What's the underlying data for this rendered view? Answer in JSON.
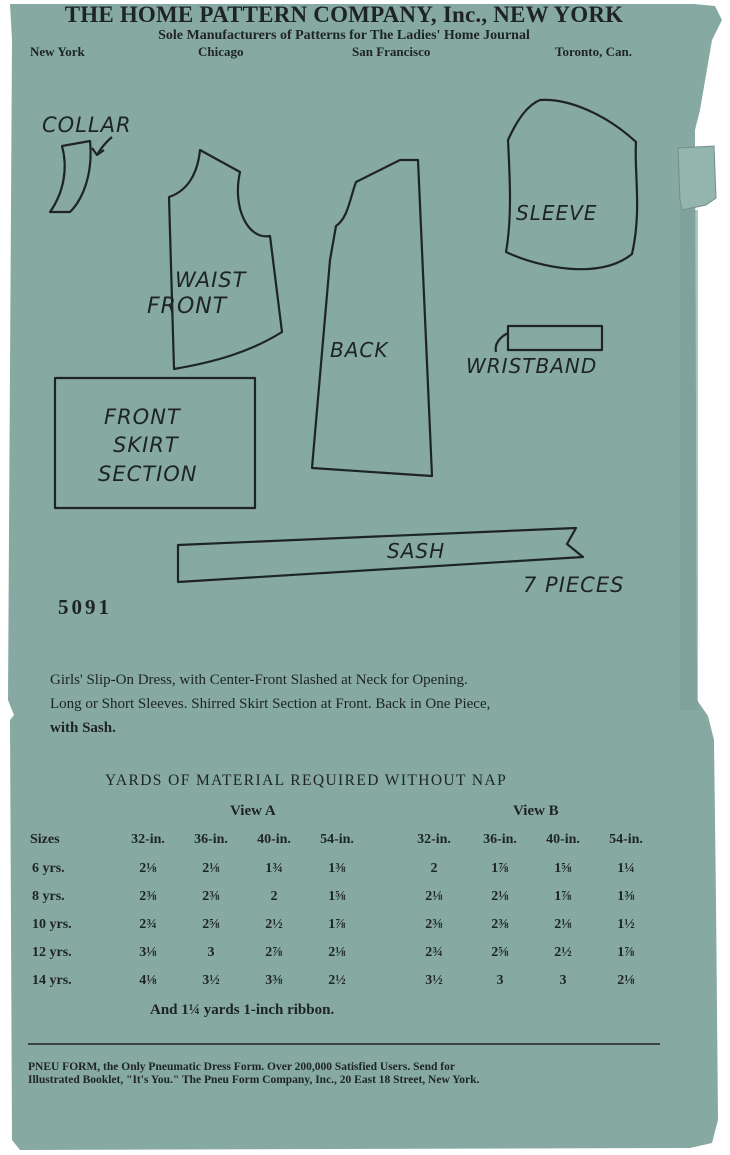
{
  "header": {
    "company": "THE HOME PATTERN COMPANY, Inc., NEW YORK",
    "subtitle": "Sole Manufacturers of Patterns for The Ladies' Home Journal",
    "cities": [
      "New York",
      "Chicago",
      "San Francisco",
      "Toronto, Can."
    ]
  },
  "pieces": {
    "collar": "COLLAR",
    "waist_front_line1": "WAIST",
    "waist_front_line2": "FRONT",
    "back": "BACK",
    "sleeve": "SLEEVE",
    "wristband": "WRISTBAND",
    "front_skirt_line1": "FRONT",
    "front_skirt_line2": "SKIRT",
    "front_skirt_line3": "SECTION",
    "sash": "SASH",
    "count": "7 PIECES"
  },
  "pattern_number": "5091",
  "description": {
    "line1": "Girls' Slip-On Dress, with Center-Front Slashed at Neck for Opening.",
    "line2": "Long or Short Sleeves. Shirred Skirt Section at Front. Back in One Piece,",
    "line3": "with Sash."
  },
  "yardage": {
    "title": "YARDS OF MATERIAL REQUIRED WITHOUT NAP",
    "view_a_label": "View A",
    "view_b_label": "View B",
    "sizes_header": "Sizes",
    "widths_a": [
      "32-in.",
      "36-in.",
      "40-in.",
      "54-in."
    ],
    "widths_b": [
      "32-in.",
      "36-in.",
      "40-in.",
      "54-in."
    ],
    "rows": [
      {
        "size": "6 yrs.",
        "a": [
          "2⅛",
          "2⅛",
          "1¾",
          "1⅜"
        ],
        "b": [
          "2",
          "1⅞",
          "1⅝",
          "1¼"
        ]
      },
      {
        "size": "8 yrs.",
        "a": [
          "2⅜",
          "2⅜",
          "2",
          "1⅝"
        ],
        "b": [
          "2⅛",
          "2⅛",
          "1⅞",
          "1⅜"
        ]
      },
      {
        "size": "10 yrs.",
        "a": [
          "2¾",
          "2⅝",
          "2½",
          "1⅞"
        ],
        "b": [
          "2⅜",
          "2⅜",
          "2⅛",
          "1½"
        ]
      },
      {
        "size": "12 yrs.",
        "a": [
          "3⅛",
          "3",
          "2⅞",
          "2⅛"
        ],
        "b": [
          "2¾",
          "2⅝",
          "2½",
          "1⅞"
        ]
      },
      {
        "size": "14 yrs.",
        "a": [
          "4⅛",
          "3½",
          "3⅜",
          "2½"
        ],
        "b": [
          "3½",
          "3",
          "3",
          "2⅛"
        ]
      }
    ],
    "ribbon_note": "And 1¼ yards 1-inch ribbon."
  },
  "footer": {
    "line1": "PNEU FORM, the Only Pneumatic Dress Form. Over 200,000 Satisfied Users. Send for",
    "line2": "Illustrated Booklet, \"It's You.\" The Pneu Form Company, Inc., 20 East 18 Street, New York."
  },
  "colors": {
    "paper": "#86a9a1",
    "paper_edge": "#94b5ad",
    "ink": "#1e2426",
    "background": "#ffffff"
  }
}
